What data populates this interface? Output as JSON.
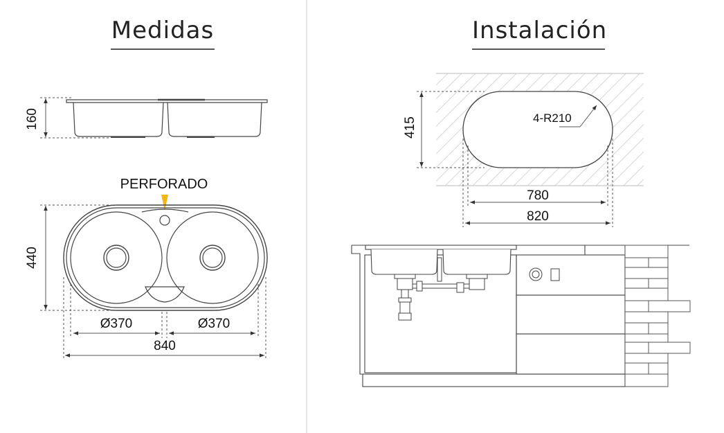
{
  "headings": {
    "left": "Medidas",
    "right": "Instalación"
  },
  "measurements": {
    "depth": "160",
    "perforation": "PERFORADO",
    "width": "440",
    "bowl_left_diameter": "Ø370",
    "bowl_right_diameter": "Ø370",
    "total_length": "840",
    "cutout_height": "415",
    "corner_radius": "4-R210",
    "cutout_length": "780",
    "outer_length": "820"
  },
  "colors": {
    "line": "#333333",
    "dim": "#555555",
    "marker": "#f2b51a",
    "hatch": "#d9d9d9"
  }
}
